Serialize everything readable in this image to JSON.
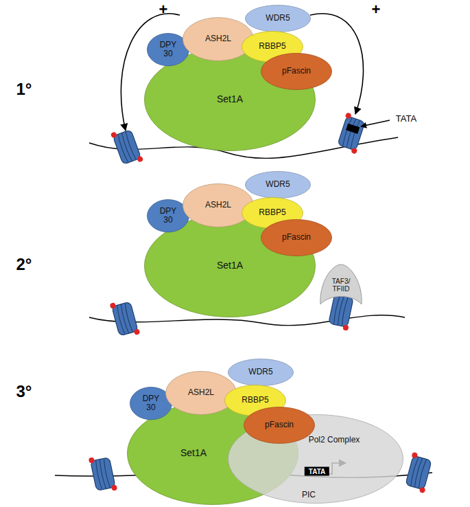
{
  "diagram": {
    "nodes": [
      {
        "text": [
          "WDR5"
        ]
      },
      {
        "text": [
          "DPY 30"
        ]
      },
      {
        "text": [
          "ASH2L"
        ]
      },
      {
        "text": [
          "RBBP5"
        ]
      },
      {
        "text": [
          "pFascin"
        ]
      },
      {
        "text": [
          "Set1A"
        ]
      },
      {
        "text": [
          "WDR5"
        ]
      },
      {
        "text": [
          "DPY 30"
        ]
      },
      {
        "text": [
          "ASH2L"
        ]
      },
      {
        "text": [
          "RBBP5"
        ]
      },
      {
        "text": [
          "pFascin"
        ]
      },
      {
        "text": [
          "Set1A"
        ]
      },
      {
        "text": [
          "TAF3/ TFIID"
        ]
      },
      {
        "text": [
          "WDR5"
        ]
      },
      {
        "text": [
          "DPY 30"
        ]
      },
      {
        "text": [
          "ASH2L"
        ]
      },
      {
        "text": [
          "RBBP5"
        ]
      },
      {
        "text": [
          "pFascin"
        ]
      },
      {
        "text": [
          "Set1A"
        ]
      },
      {
        "text": [
          "Pol2 Complex",
          "TATA",
          "PIC"
        ]
      }
    ],
    "labels": [
      "1°",
      "+",
      "+",
      "TATA",
      "2°",
      "3°"
    ]
  }
}
